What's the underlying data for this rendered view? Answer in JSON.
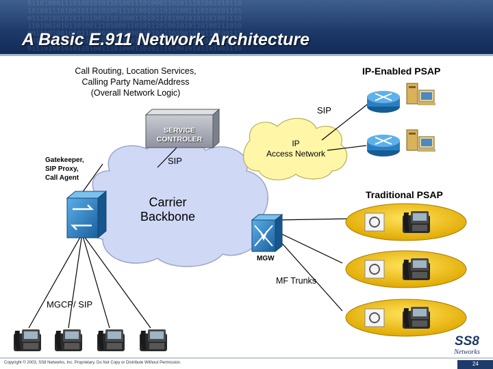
{
  "header": {
    "title": "A Basic E.911 Network Architecture"
  },
  "labels": {
    "network_logic": [
      "Call Routing, Location Services,",
      "Calling Party Name/Address",
      "(Overall Network Logic)"
    ],
    "ip_psap": "IP-Enabled PSAP",
    "sip_top": "SIP",
    "service_controller": [
      "SERVICE",
      "CONTROLER"
    ],
    "sip_mid": "SIP",
    "ip_access_network": [
      "IP",
      "Access Network"
    ],
    "gatekeeper": [
      "Gatekeeper,",
      "SIP Proxy,",
      "Call Agent"
    ],
    "carrier_backbone": [
      "Carrier",
      "Backbone"
    ],
    "traditional_psap": "Traditional PSAP",
    "mgw": "MGW",
    "mf_trunks": "MF Trunks",
    "mgcp_sip": "MGCP/ SIP"
  },
  "logo": {
    "mark": "SS8",
    "word": "Networks"
  },
  "footer": {
    "copyright": "Copyright © 2003, SS8 Networks, Inc. Proprietary. Do Not Copy or Distribute Without Permission.",
    "page": "24"
  },
  "colors": {
    "banner": "#1e3a6a",
    "cloud": "#cfd8f5",
    "ip_cloud": "#fff6a8",
    "psap_oval": "#f3c718",
    "router": "#2a7fc0",
    "switch": "#2a7fc0",
    "brand_red": "#c0282d"
  }
}
